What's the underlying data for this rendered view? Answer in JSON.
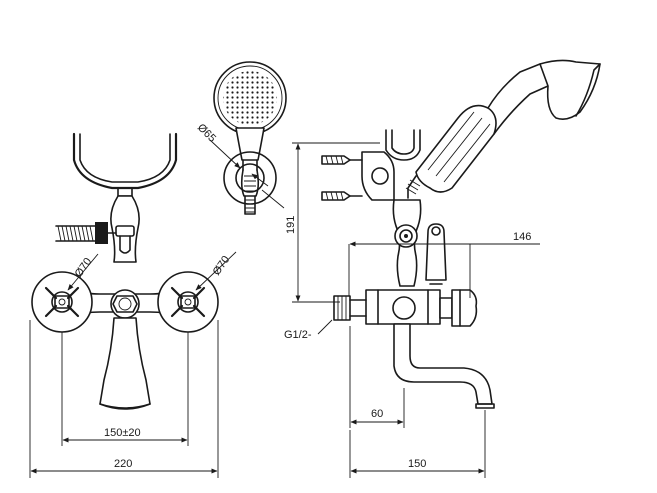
{
  "diagram": {
    "labels": {
      "hand_shower_diameter": "Ø65",
      "left_handle_diameter": "Ø70",
      "right_handle_diameter": "Ø70",
      "side_height": "191",
      "side_arm_length": "146",
      "thread_size": "G1/2-",
      "spout_offset": "60",
      "side_total_width": "150",
      "center_distance": "150±20",
      "front_total_width": "220"
    }
  }
}
